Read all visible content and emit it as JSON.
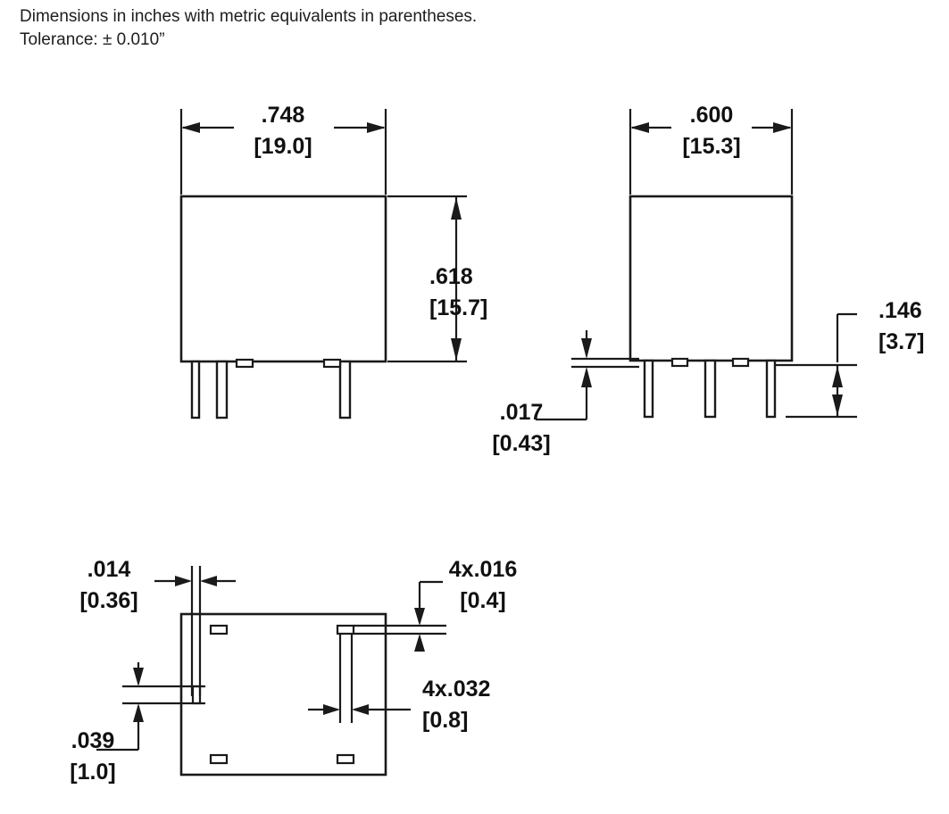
{
  "sheet": {
    "title": "relay-mechanical-outline-drawing",
    "background_color": "#ffffff",
    "line_color": "#1a1a1a"
  },
  "notes": {
    "line1": "Dimensions in inches with metric equivalents in parentheses.",
    "line2": "Tolerance: ± 0.010”"
  },
  "views": {
    "front": {
      "name": "front-view",
      "width_inch": ".748",
      "width_metric": "[19.0]",
      "height_inch": ".618",
      "height_metric": "[15.7]"
    },
    "side": {
      "name": "side-view",
      "width_inch": ".600",
      "width_metric": "[15.3]",
      "standoff_inch": ".146",
      "standoff_metric": "[3.7]",
      "thickness_inch": ".017",
      "thickness_metric": "[0.43]"
    },
    "bottom": {
      "name": "bottom-view",
      "slot_width_inch": ".014",
      "slot_width_metric": "[0.36]",
      "slot_height_inch": ".039",
      "slot_height_metric": "[1.0]",
      "pin_width_inch": "4x.016",
      "pin_width_metric": "[0.4]",
      "pin_length_inch": "4x.032",
      "pin_length_metric": "[0.8]"
    }
  },
  "labels": {
    "front_width_val": ".748",
    "front_width_mm": "[19.0]",
    "front_height_val": ".618",
    "front_height_mm": "[15.7]",
    "side_width_val": ".600",
    "side_width_mm": "[15.3]",
    "side_standoff_val": ".146",
    "side_standoff_mm": "[3.7]",
    "side_thickness_val": ".017",
    "side_thickness_mm": "[0.43]",
    "bottom_slotw_val": ".014",
    "bottom_slotw_mm": "[0.36]",
    "bottom_sloth_val": ".039",
    "bottom_sloth_mm": "[1.0]",
    "bottom_pinw_val": "4x.016",
    "bottom_pinw_mm": "[0.4]",
    "bottom_pinl_val": "4x.032",
    "bottom_pinl_mm": "[0.8]"
  }
}
